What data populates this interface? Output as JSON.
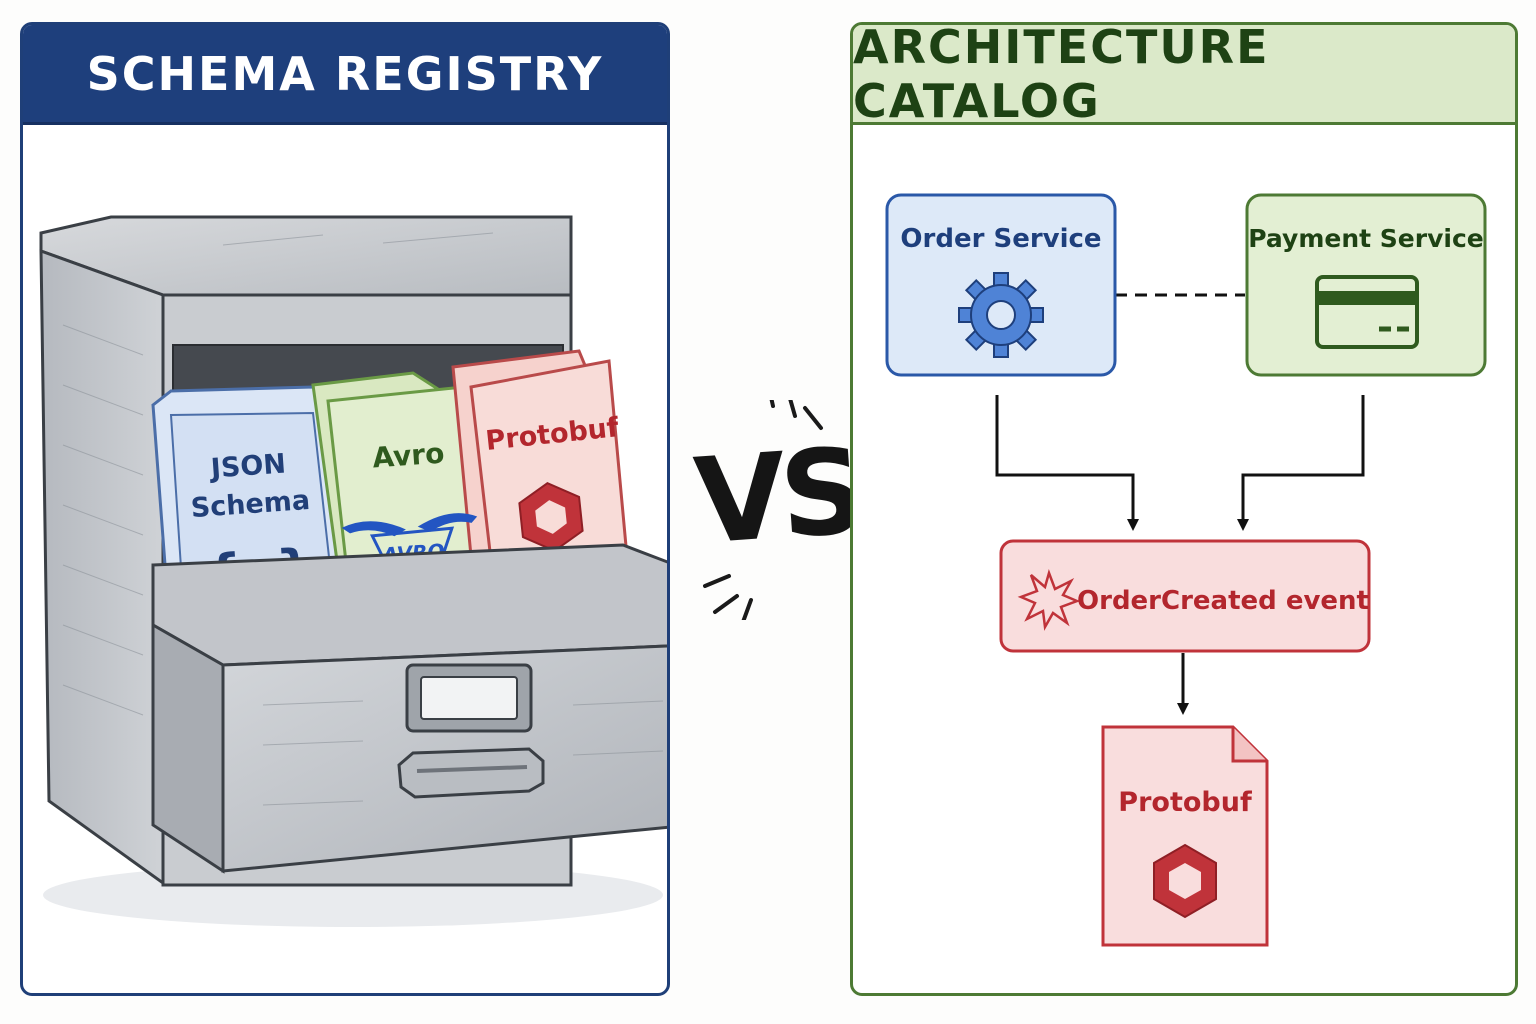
{
  "left_panel": {
    "title": "SCHEMA REGISTRY",
    "folders": [
      {
        "label_line1": "JSON",
        "label_line2": "Schema",
        "glyph": "{ }",
        "icon": "curly-braces-icon",
        "color": "#dbe6f6"
      },
      {
        "label": "Avro",
        "logo_text": "AVRO",
        "icon": "avro-wings-logo",
        "color": "#e0edcc"
      },
      {
        "label": "Protobuf",
        "icon": "hexagon-icon",
        "color": "#f8dcd8"
      }
    ]
  },
  "vs": "VS",
  "right_panel": {
    "title": "ARCHITECTURE CATALOG",
    "nodes": {
      "order_service": {
        "label": "Order Service",
        "icon": "gear-icon"
      },
      "payment_service": {
        "label": "Payment Service",
        "icon": "credit-card-icon"
      },
      "event": {
        "label": "OrderCreated event",
        "icon": "burst-icon"
      },
      "schema": {
        "label": "Protobuf",
        "icon": "hexagon-icon"
      }
    }
  },
  "colors": {
    "navy": "#1e3f7c",
    "green": "#4d7a34",
    "blue_fill": "#dde9f8",
    "green_fill": "#e3efd3",
    "red_fill": "#f9dddd",
    "red_stroke": "#c0333a"
  }
}
